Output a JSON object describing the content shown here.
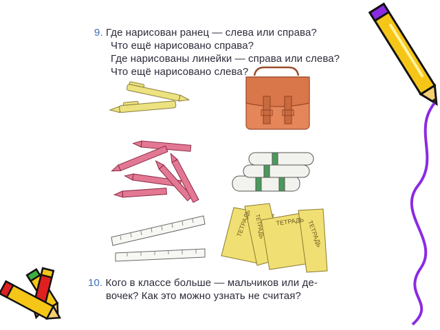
{
  "task9": {
    "number": "9.",
    "lines": [
      "Где нарисован ранец — слева или справа?",
      "Что ещё нарисовано справа?",
      "Где нарисованы линейки — справа или слева?",
      "Что ещё нарисовано слева?"
    ]
  },
  "task10": {
    "number": "10.",
    "lines": [
      "Кого в классе больше — мальчиков или де-",
      "вочек? Как это можно узнать не считая?"
    ]
  },
  "notebook_label": "ТЕТРАДЬ",
  "colors": {
    "text": "#2b2b3a",
    "number": "#3d6fb6",
    "pen": "#e8dc7a",
    "pencil": "#d96b8a",
    "satchel": "#d9764a",
    "book_green": "#4a9a5a",
    "notebook": "#ecd96a",
    "crayon_purple": "#8a2be2",
    "crayon_yellow": "#f5c518",
    "crayon_red": "#e02020"
  }
}
